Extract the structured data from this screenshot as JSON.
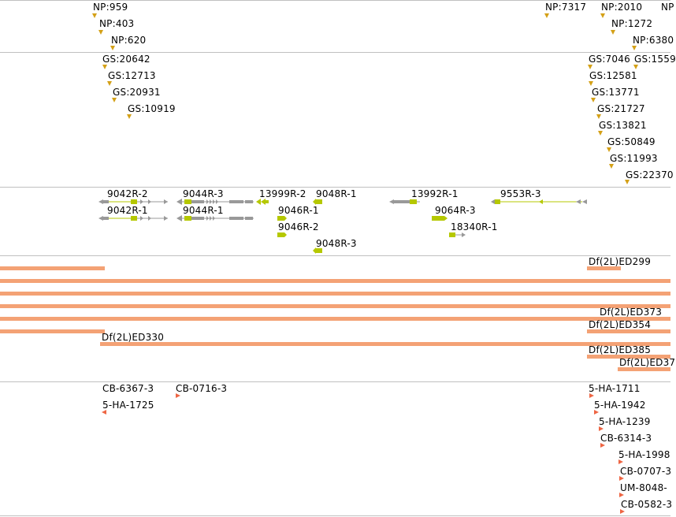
{
  "np_track": {
    "features": [
      {
        "label": "NP:959"
      },
      {
        "label": "NP:403"
      },
      {
        "label": "NP:620"
      },
      {
        "label": "NP:7317"
      },
      {
        "label": "NP:2010"
      },
      {
        "label": "NP:1272"
      },
      {
        "label": "NP:6380"
      },
      {
        "label": "NP"
      }
    ]
  },
  "gs_track": {
    "features": [
      {
        "label": "GS:20642"
      },
      {
        "label": "GS:12713"
      },
      {
        "label": "GS:20931"
      },
      {
        "label": "GS:10919"
      },
      {
        "label": "GS:7046"
      },
      {
        "label": "GS:1559"
      },
      {
        "label": "GS:12581"
      },
      {
        "label": "GS:13771"
      },
      {
        "label": "GS:21727"
      },
      {
        "label": "GS:13821"
      },
      {
        "label": "GS:50849"
      },
      {
        "label": "GS:11993"
      },
      {
        "label": "GS:22370"
      }
    ]
  },
  "gene_track": {
    "labels": [
      {
        "label": "9042R-2"
      },
      {
        "label": "9044R-3"
      },
      {
        "label": "13999R-2"
      },
      {
        "label": "9048R-1"
      },
      {
        "label": "13992R-1"
      },
      {
        "label": "9553R-3"
      },
      {
        "label": "9042R-1"
      },
      {
        "label": "9044R-1"
      },
      {
        "label": "9046R-1"
      },
      {
        "label": "9064R-3"
      },
      {
        "label": "9046R-2"
      },
      {
        "label": "18340R-1"
      },
      {
        "label": "9048R-3"
      }
    ]
  },
  "deficiency_track": {
    "labels": [
      {
        "label": "Df(2L)ED299"
      },
      {
        "label": "Df(2L)ED373"
      },
      {
        "label": "Df(2L)ED354"
      },
      {
        "label": "Df(2L)ED330"
      },
      {
        "label": "Df(2L)ED385"
      },
      {
        "label": "Df(2L)ED37"
      }
    ]
  },
  "insertion_track": {
    "features": [
      {
        "label": "CB-6367-3"
      },
      {
        "label": "CB-0716-3"
      },
      {
        "label": "5-HA-1725"
      },
      {
        "label": "5-HA-1711"
      },
      {
        "label": "5-HA-1942"
      },
      {
        "label": "5-HA-1239"
      },
      {
        "label": "CB-6314-3"
      },
      {
        "label": "5-HA-1998"
      },
      {
        "label": "CB-0707-3"
      },
      {
        "label": "UM-8048-"
      },
      {
        "label": "CB-0582-3"
      }
    ]
  },
  "colors": {
    "np_marker": "#d4a017",
    "gene_intron": "#999999",
    "gene_exon": "#b5c800",
    "deficiency_bar": "#f4a275",
    "insertion_marker": "#ee6644",
    "divider": "#c0c0c0"
  }
}
